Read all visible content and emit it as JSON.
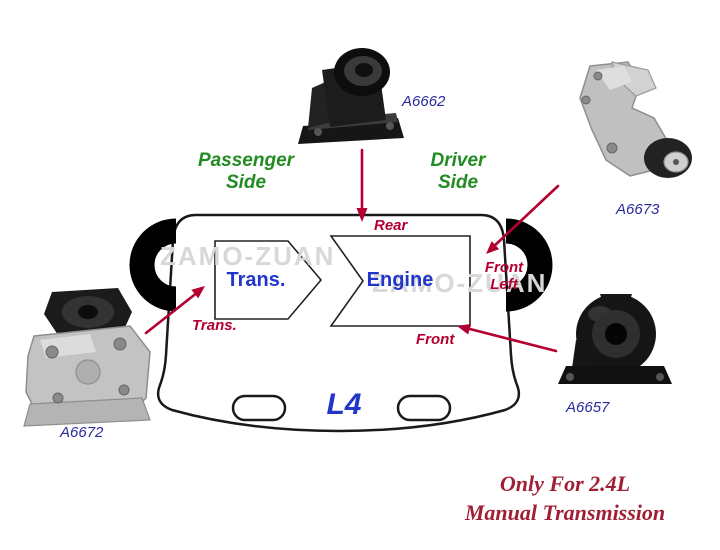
{
  "diagram": {
    "watermark": "ZAMO-ZUAN",
    "sides": {
      "passenger": "Passenger\nSide",
      "driver": "Driver\nSide"
    },
    "car": {
      "trans": "Trans.",
      "engine": "Engine",
      "engine_code": "L4"
    },
    "mount_points": {
      "rear": "Rear",
      "front_left": "Front\nLeft",
      "trans": "Trans.",
      "front": "Front"
    },
    "parts": {
      "rear_mount": "A6662",
      "front_left_mount": "A6673",
      "trans_mount": "A6672",
      "front_mount": "A6657"
    },
    "note": "Only For 2.4L\nManual Transmission",
    "colors": {
      "side_label_green": "#228B22",
      "part_number_navy": "#2a2a9e",
      "arrow_crimson": "#b30031",
      "car_label_blue": "#2236cc",
      "note_red": "#a01f35",
      "watermark_gray": "#d8d8d8"
    }
  }
}
